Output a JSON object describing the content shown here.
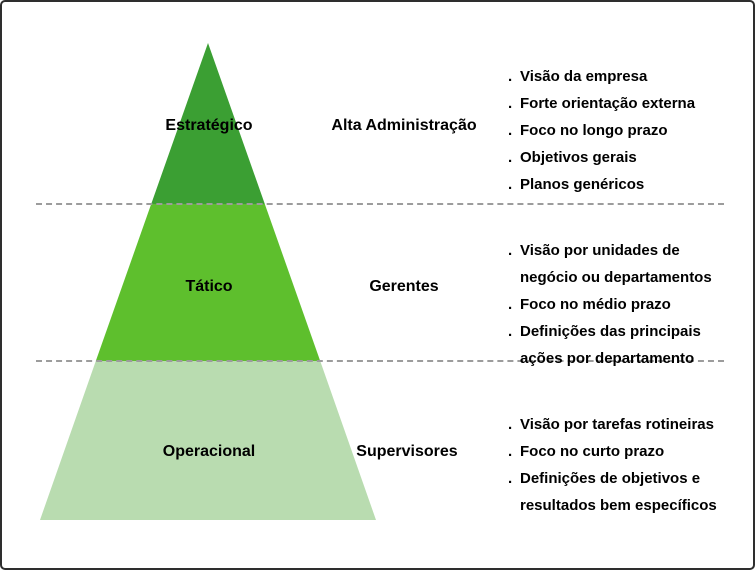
{
  "figure": {
    "bullet_char": ".",
    "separator_color": "#9c9c9c",
    "levels": [
      {
        "label": "Estratégico",
        "role": "Alta Administração",
        "color": "#3b9f33",
        "bullets": [
          "Visão da empresa",
          "Forte orientação externa",
          "Foco no longo prazo",
          "Objetivos gerais",
          "Planos genéricos"
        ]
      },
      {
        "label": "Tático",
        "role": "Gerentes",
        "color": "#5ebf2d",
        "bullets": [
          "Visão por unidades de negócio ou departamentos",
          "Foco no médio prazo",
          "Definições das principais ações por departamento"
        ]
      },
      {
        "label": "Operacional",
        "role": "Supervisores",
        "color": "#b9dcb0",
        "bullets": [
          "Visão por tarefas rotineiras",
          "Foco no curto prazo",
          "Definições de objetivos e resultados bem específicos"
        ]
      }
    ]
  }
}
